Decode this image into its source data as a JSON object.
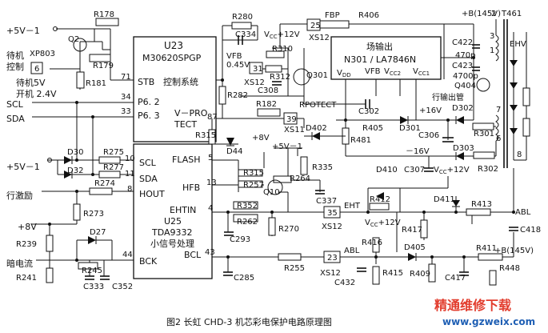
{
  "caption": "图2  长虹 CHD-3 机芯彩电保护电路原理图",
  "watermark": {
    "line1": "精通维修下载",
    "line2": "www.gzweix.com"
  },
  "chips": {
    "u23": {
      "name": "U23",
      "part": "M30620SPGP",
      "function": "控制系统",
      "pin_stb": "STB",
      "pin_p62": "P6. 2",
      "pin_p63": "P6. 3",
      "pin_vprotect": "V－PRO",
      "pin_vprotect2": "TECT",
      "pin71": "71",
      "pin34": "34",
      "pin33": "33",
      "pin87": "87"
    },
    "u25": {
      "name": "U25",
      "part": "TDA9332",
      "function": "小信号处理",
      "pin_scl": "SCL",
      "pin_sda": "SDA",
      "pin_hout": "HOUT",
      "pin_bck": "BCK",
      "pin_flash": "FLASH",
      "pin_hfb": "HFB",
      "pin_ehtin": "EHTIN",
      "pin_bcl": "BCL",
      "pin10": "10",
      "pin11": "11",
      "pin8": "8",
      "pin44": "44",
      "pin5": "5",
      "pin13": "13",
      "pin4": "4",
      "pin43": "43"
    },
    "n301": {
      "title": "场输出",
      "part": "N301 / LA7846N",
      "pin_vdd": "V",
      "pin_vdd_sub": "DD",
      "pin_vfb": "VFB",
      "pin_vcc2": "V",
      "pin_vcc2_sub": "CC2",
      "pin_vcc1": "V",
      "pin_vcc1_sub": "CC1"
    }
  },
  "left_labels": {
    "plus5v_top": "+5V－1",
    "standby_ctrl": "待机",
    "standby_ctrl2": "控制",
    "xp803": "XP803",
    "standby_5v": "待机5V",
    "standby_24v": "开机 2.4V",
    "scl": "SCL",
    "sda": "SDA",
    "plus5v_mid": "+5V－1",
    "row_drive": "行激励",
    "plus8v": "+8V",
    "dark_current": "暗电流"
  },
  "components": {
    "r178": "R178",
    "q2": "Q2",
    "r179": "R179",
    "r181": "R181",
    "pin6": "6",
    "r280": "R280",
    "c334": "C334",
    "vcc12_top": "V",
    "vcc12_top_sub": "CC",
    "vcc12_top_val": "+12V",
    "pin25": "25",
    "fbp": "FBP",
    "xs12_a": "XS12",
    "r406": "R406",
    "vfb": "VFB",
    "vfb_val": "0.45V",
    "r310": "R310",
    "pin31": "31",
    "xs12_b": "XS12",
    "r312": "R312",
    "c308": "C308",
    "q301": "Q301",
    "r282": "R282",
    "r182": "R182",
    "rprotect": "RPOTECT",
    "c302": "C302",
    "pin39": "39",
    "xs11": "XS11",
    "d402": "D402",
    "r405": "R405",
    "d301": "D301",
    "plus16v": "+16V",
    "c306": "C306",
    "r481": "R481",
    "b145_top": "+B(145V)",
    "t461": "T461",
    "ehv": "EHV",
    "c422": "C422",
    "c422v": "470p",
    "c423": "C423",
    "c423v": "4700p",
    "q404": "Q404",
    "field_tube": "行输出管",
    "d302": "D302",
    "r301": "R301",
    "d303": "D303",
    "minus16v": "－16V",
    "r302": "R302",
    "t7": "7",
    "t6": "6",
    "t8": "8",
    "t1": "1",
    "t2": "2",
    "t3": "3",
    "r315": "R315",
    "d44": "D44",
    "plus8v_mid": "+8V",
    "plus5v_mid2": "+5V－1",
    "r335": "R335",
    "r315b": "R315",
    "r257": "R257",
    "r264": "R264",
    "q10": "Q10",
    "c337": "C337",
    "d410": "D410",
    "c307": "C307",
    "vcc12_mid": "V",
    "vcc12_mid_sub": "CC",
    "vcc12_mid_val": "+12V",
    "d30": "D30",
    "d32": "D32",
    "r275": "R275",
    "r277": "R277",
    "r274": "R274",
    "r273": "R273",
    "r352": "R352",
    "r262": "R262",
    "c293": "C293",
    "r270": "R270",
    "pin35": "35",
    "eht": "EHT",
    "xs12_c": "XS12",
    "r412": "R412",
    "vcc12_low": "V",
    "vcc12_low_sub": "CC",
    "vcc12_low_val": "+12V",
    "d411": "D411",
    "r413": "R413",
    "abl_right": "ABL",
    "r417": "R417",
    "c418": "C418",
    "r239": "R239",
    "d27": "D27",
    "r241": "R241",
    "r245": "R245",
    "c333": "C333",
    "c352": "C352",
    "r416": "R416",
    "d405": "D405",
    "r411": "R411",
    "b145_low": "+B(145V)",
    "r255": "R255",
    "pin23": "23",
    "abl_mid": "ABL",
    "xs12_d": "XS12",
    "c432": "C432",
    "r415": "R415",
    "r409": "R409",
    "c417": "C417",
    "r448": "R448",
    "c285": "C285"
  }
}
